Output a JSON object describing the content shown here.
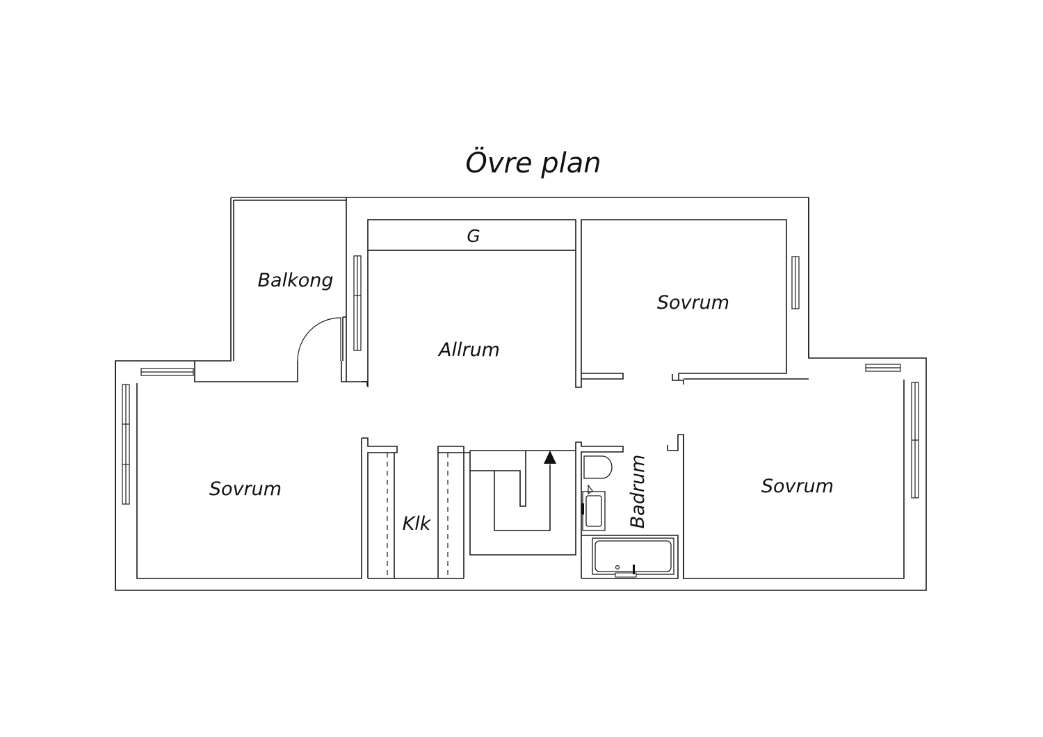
{
  "title": "Övre plan",
  "rooms": {
    "balkong": "Balkong",
    "g": "G",
    "allrum": "Allrum",
    "sovrum_top": "Sovrum",
    "sovrum_left": "Sovrum",
    "sovrum_right": "Sovrum",
    "klk": "Klk",
    "badrum": "Badrum"
  }
}
